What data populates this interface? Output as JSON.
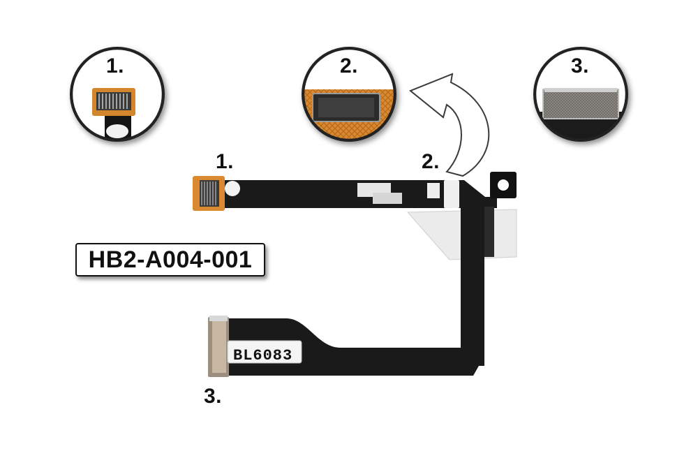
{
  "callouts": [
    {
      "number": "1."
    },
    {
      "number": "2."
    },
    {
      "number": "3."
    }
  ],
  "cable_labels": {
    "connector_1": "1.",
    "connector_2": "2.",
    "connector_3": "3."
  },
  "part_number": "HB2-A004-001",
  "sticker_code": "BL6083",
  "colors": {
    "cable": "#1a1a1a",
    "flex_tail": "#d9892f",
    "background": "#ffffff"
  }
}
